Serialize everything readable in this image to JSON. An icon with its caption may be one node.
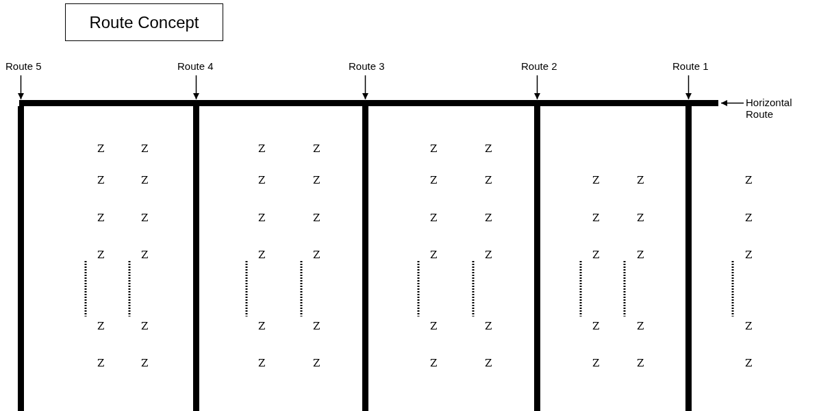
{
  "diagram": {
    "title": "Route Concept",
    "nodes": [
      {
        "text": [
          "Route 5"
        ]
      },
      {
        "text": [
          "Route 4"
        ]
      },
      {
        "text": [
          "Route 3"
        ]
      },
      {
        "text": [
          "Route 2"
        ]
      },
      {
        "text": [
          "Route 1"
        ]
      },
      {
        "text": [
          "Horizontal Route"
        ]
      },
      {
        "text": [],
        "shape": "bar"
      },
      {
        "text": [],
        "shape": "bar"
      },
      {
        "text": [],
        "shape": "bar"
      },
      {
        "text": [],
        "shape": "bar"
      },
      {
        "text": [],
        "shape": "bar"
      },
      {
        "text": [],
        "shape": "bar"
      }
    ],
    "edges": [
      {
        "from": 0,
        "to": 7,
        "arrow": "to"
      },
      {
        "from": 1,
        "to": 8,
        "arrow": "to"
      },
      {
        "from": 2,
        "to": 9,
        "arrow": "to"
      },
      {
        "from": 3,
        "to": 10,
        "arrow": "to"
      },
      {
        "from": 4,
        "to": 11,
        "arrow": "to"
      },
      {
        "from": 5,
        "to": 6,
        "arrow": "to"
      }
    ],
    "labels": [
      "Z",
      "Z",
      "Z",
      "Z",
      "Z",
      "Z",
      "Z",
      "Z",
      "Z",
      "Z",
      "Z",
      "Z",
      "Z",
      "Z",
      "Z",
      "Z",
      "Z",
      "Z",
      "Z",
      "Z",
      "Z",
      "Z",
      "Z",
      "Z",
      "Z",
      "Z",
      "Z",
      "Z",
      "Z",
      "Z",
      "Z",
      "Z",
      "Z",
      "Z",
      "Z",
      "Z",
      "Z",
      "Z",
      "Z",
      "Z",
      "Z",
      "Z",
      "Z",
      "Z",
      "Z",
      "Z",
      "Z",
      "Z",
      "Z",
      "Z",
      "Z"
    ]
  }
}
